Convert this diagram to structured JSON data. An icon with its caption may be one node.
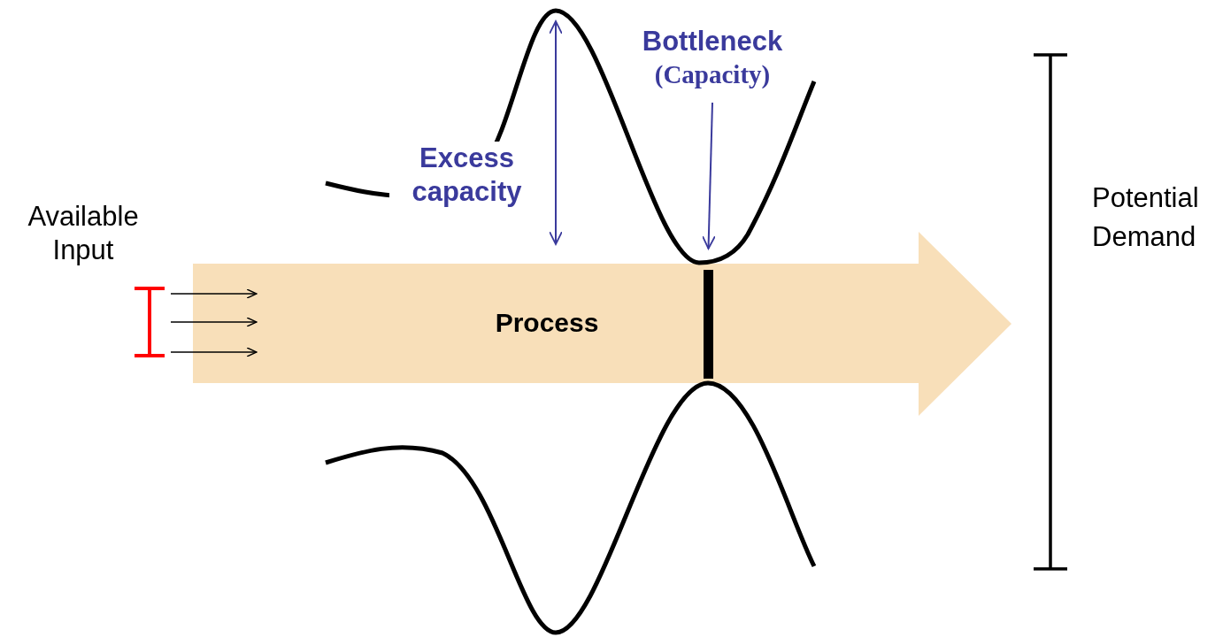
{
  "diagram": {
    "nodes": [
      {
        "text": [
          "Process"
        ]
      },
      {
        "text": [
          "Bottleneck",
          "(Capacity)"
        ]
      },
      {
        "text": [],
        "shape": "bar",
        "in": 0
      },
      {
        "text": [],
        "shape": "bracket"
      }
    ],
    "edges": [
      {
        "from": 3,
        "to": 0,
        "arrow": "to"
      },
      {
        "from": 3,
        "to": 0,
        "arrow": "to"
      },
      {
        "from": 3,
        "to": 0,
        "arrow": "to"
      },
      {
        "from": 1,
        "to": 2,
        "arrow": "to",
        "color": "#3a3a9c"
      }
    ],
    "labels": [
      "Available Input",
      "Excess capacity",
      "Potential Demand"
    ]
  }
}
